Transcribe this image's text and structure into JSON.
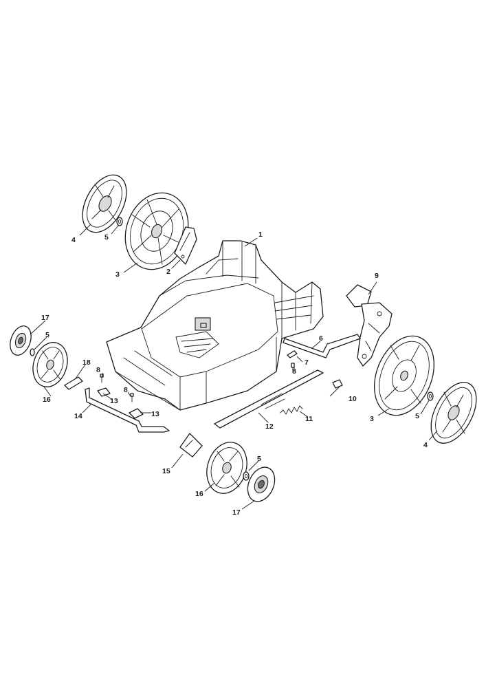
{
  "callouts": {
    "c1": "1",
    "c2": "2",
    "c3_left": "3",
    "c3_right": "3",
    "c4_left": "4",
    "c4_right": "4",
    "c5_top": "5",
    "c5_left": "5",
    "c5_right": "5",
    "c5_bottom": "5",
    "c6": "6",
    "c7": "7",
    "c8_left_top": "8",
    "c8_left_bottom": "8",
    "c8_right": "8",
    "c9": "9",
    "c10": "10",
    "c11": "11",
    "c12": "12",
    "c13_top": "13",
    "c13_bottom": "13",
    "c14": "14",
    "c15": "15",
    "c16_left": "16",
    "c16_bottom": "16",
    "c17_left": "17",
    "c17_bottom": "17",
    "c18": "18"
  }
}
